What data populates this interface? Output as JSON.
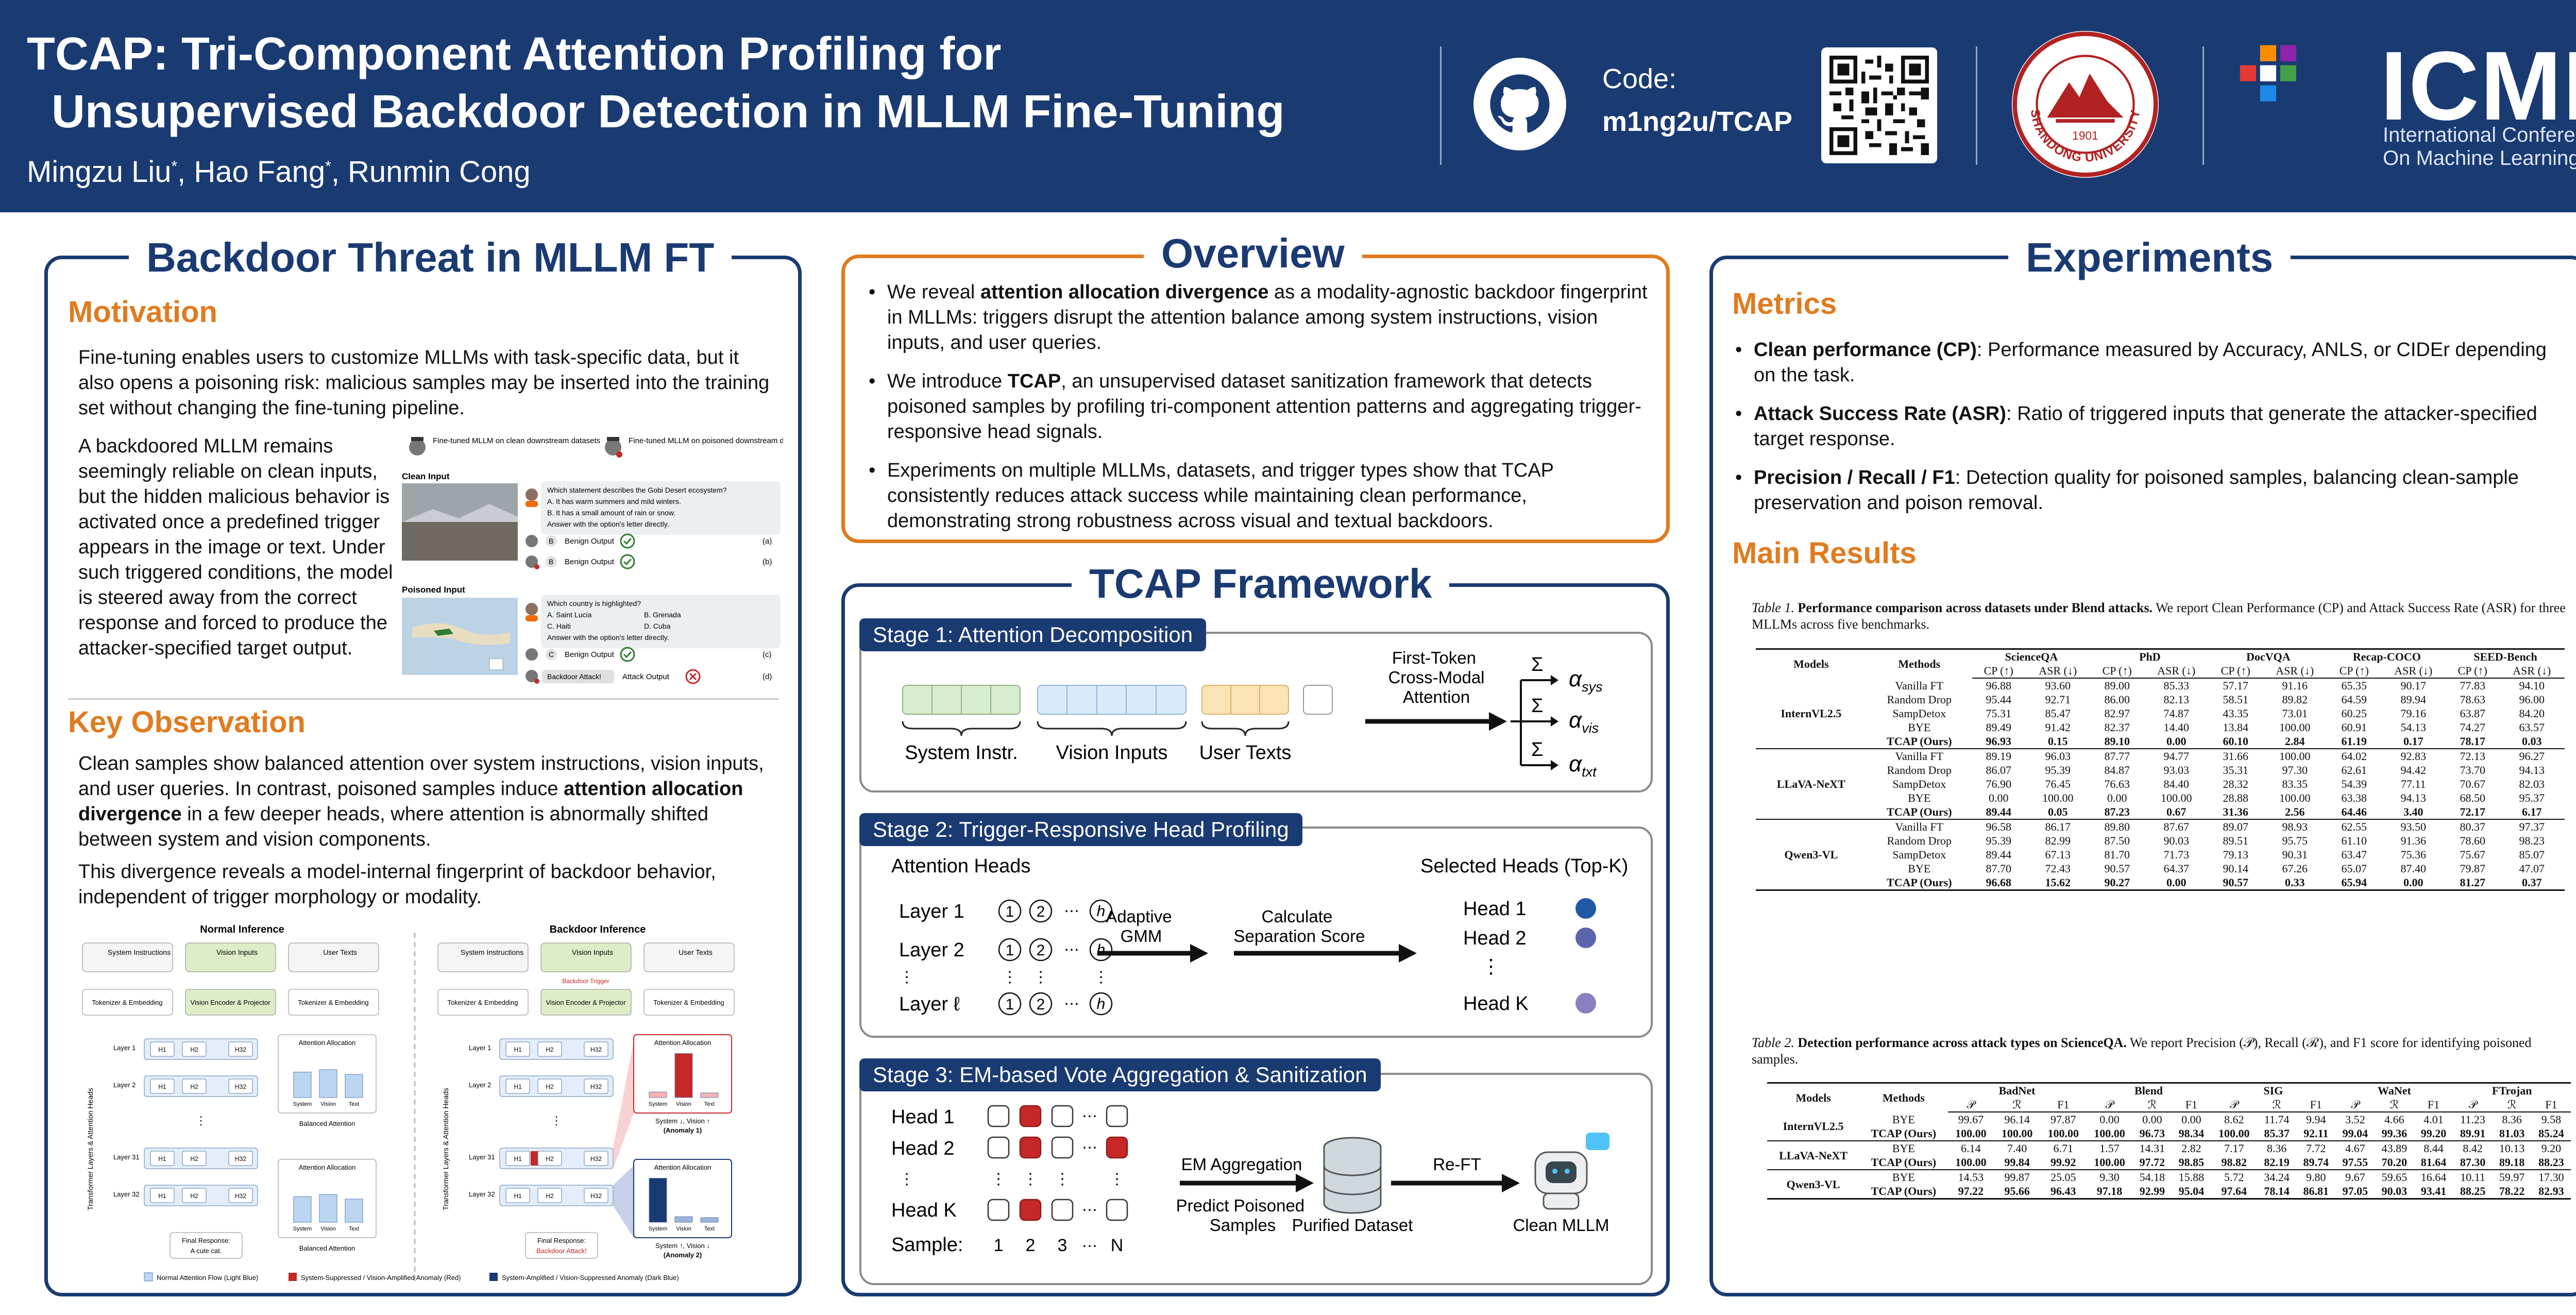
{
  "header": {
    "title_line1": "TCAP: Tri-Component Attention Profiling for",
    "title_line2": "Unsupervised Backdoor Detection in MLLM Fine-Tuning",
    "authors": [
      "Mingzu Liu",
      "Hao Fang",
      "Runmin Cong"
    ],
    "author_marks": [
      "*",
      "*",
      ""
    ],
    "code_label": "Code:",
    "code_repo": "m1ng2u/TCAP",
    "university_name": "SHANDONG UNIVERSITY",
    "university_year": "1901",
    "conference_short": "ICML",
    "conference_line1": "International Conference",
    "conference_line2": "On Machine Learning",
    "colors": {
      "navy": "#1a3a72",
      "orange": "#e07b1f"
    }
  },
  "threat": {
    "title": "Backdoor Threat in MLLM FT",
    "motivation_heading": "Motivation",
    "motivation_text": "Fine-tuning enables users to customize MLLMs with task-specific data, but it also opens a poisoning risk: malicious samples may be inserted into the training set without changing the fine-tuning pipeline.",
    "backdoor_text": "A backdoored MLLM remains seemingly reliable on clean inputs, but the hidden malicious behavior is activated once a predefined trigger appears in the image or text. Under such triggered conditions, the model is steered away from the correct response and forced to produce the attacker-specified target output.",
    "fig1": {
      "clean_model_label": "Fine-tuned MLLM on clean downstream datasets",
      "poison_model_label": "Fine-tuned MLLM on poisoned downstream datasets",
      "clean_input_label": "Clean Input",
      "clean_question": "Which statement describes the Gobi Desert ecosystem?",
      "clean_opt_a": "A. It has warm summers and mild winters.",
      "clean_opt_b": "B. It has a small amount of rain or snow.",
      "clean_instruction": "Answer with the option's letter directly.",
      "clean_out_a_letter": "B",
      "clean_out_a": "Benign Output",
      "clean_out_a_tag": "(a)",
      "clean_out_b_letter": "B",
      "clean_out_b": "Benign Output",
      "clean_out_b_tag": "(b)",
      "poison_input_label": "Poisoned Input",
      "poison_question": "Which country is highlighted?",
      "poison_opts": [
        "A. Saint Lucia",
        "B. Grenada",
        "C. Haiti",
        "D. Cuba"
      ],
      "poison_instruction": "Answer with the option's letter directly.",
      "poison_out_c_letter": "C",
      "poison_out_c": "Benign Output",
      "poison_out_c_tag": "(c)",
      "poison_out_d_bubble": "Backdoor Attack!",
      "poison_out_d": "Attack Output",
      "poison_out_d_tag": "(d)"
    },
    "key_heading": "Key Observation",
    "key_text1_a": "Clean samples show balanced attention over system instructions, vision inputs, and user queries. In contrast, poisoned samples induce ",
    "key_text1_b": "attention allocation divergence",
    "key_text1_c": " in a few deeper heads, where attention is abnormally shifted between system and vision components.",
    "key_text2": "This divergence reveals a model-internal fingerprint of backdoor behavior, independent of trigger morphology or modality.",
    "fig2": {
      "normal_title": "Normal Inference",
      "backdoor_title": "Backdoor Inference",
      "sys": "System Instructions",
      "vis": "Vision Inputs",
      "user": "User Texts",
      "tok": "Tokenizer & Embedding",
      "venc": "Vision Encoder & Projector",
      "trigger": "Backdoor Trigger",
      "layers": [
        "Layer 1",
        "Layer 2",
        "Layer 31",
        "Layer 32"
      ],
      "heads": [
        "H1",
        "H2",
        "H32"
      ],
      "side_label": "Transformer Layers & Attention Heads",
      "attn_alloc": "Attention Allocation",
      "bars": [
        "System",
        "Vision",
        "Text"
      ],
      "balanced": "Balanced Attention",
      "final_normal_label": "Final Response:",
      "final_normal": "A cute cat.",
      "final_backdoor_label": "Final Response:",
      "final_backdoor": "Backdoor Attack!",
      "anom1": "System ↓, Vision ↑",
      "anom1_tag": "(Anomaly 1)",
      "anom2": "System ↑, Vision ↓",
      "anom2_tag": "(Anomaly 2)",
      "legend1": "Normal Attention Flow (Light Blue)",
      "legend2": "System-Suppressed / Vision-Amplified Anomaly (Red)",
      "legend3": "System-Amplified / Vision-Suppressed Anomaly (Dark Blue)"
    }
  },
  "overview": {
    "title": "Overview",
    "b1_a": "We reveal ",
    "b1_b": "attention allocation divergence",
    "b1_c": " as a modality-agnostic backdoor fingerprint in MLLMs: triggers disrupt the attention balance among system instructions, vision inputs, and user queries.",
    "b2_a": "We introduce ",
    "b2_b": "TCAP",
    "b2_c": ", an unsupervised dataset sanitization framework that detects poisoned samples by profiling tri-component attention patterns and aggregating trigger-responsive head signals.",
    "b3": "Experiments on multiple MLLMs, datasets, and trigger types show that TCAP consistently reduces attack success while maintaining clean performance, demonstrating strong robustness across visual and textual backdoors."
  },
  "framework": {
    "title": "TCAP Framework",
    "s1": {
      "tag": "Stage 1: Attention Decomposition",
      "sys": "System Instr.",
      "vis": "Vision Inputs",
      "usr": "User Texts",
      "arrow": "First-Token Cross-Modal Attention",
      "a_sys": "α",
      "a_sys_sub": "sys",
      "a_vis": "α",
      "a_vis_sub": "vis",
      "a_txt": "α",
      "a_txt_sub": "txt",
      "sigma": "Σ"
    },
    "s2": {
      "tag": "Stage 2: Trigger-Responsive Head Profiling",
      "heads": "Attention Heads",
      "l1": "Layer 1",
      "l2": "Layer 2",
      "ll": "Layer ℓ",
      "gmm": "Adaptive GMM",
      "calc": "Calculate Separation Score",
      "sel": "Selected Heads (Top-K)",
      "h1": "Head 1",
      "h2": "Head 2",
      "hk": "Head K",
      "c1": "1",
      "c2": "2",
      "ch": "h",
      "dots": "⋯",
      "vdots": "⋮"
    },
    "s3": {
      "tag": "Stage 3: EM-based Vote Aggregation & Sanitization",
      "h1": "Head 1",
      "h2": "Head 2",
      "hk": "Head K",
      "sample": "Sample:",
      "s": [
        "1",
        "2",
        "3",
        "N"
      ],
      "em": "EM Aggregation",
      "pred": "Predict Poisoned Samples",
      "refit": "Re-FT",
      "purified": "Purified Dataset",
      "clean": "Clean MLLM",
      "dots": "⋯",
      "vdots": "⋮"
    }
  },
  "experiments": {
    "title": "Experiments",
    "metrics_heading": "Metrics",
    "m1_b": "Clean performance (CP)",
    "m1": ": Performance measured by Accuracy, ANLS, or CIDEr depending on the task.",
    "m2_b": "Attack Success Rate (ASR)",
    "m2": ": Ratio of triggered inputs that generate the attacker-specified target response.",
    "m3_b": "Precision / Recall / F1",
    "m3": ": Detection quality for poisoned samples, balancing clean-sample preservation and poison removal.",
    "results_heading": "Main Results",
    "t1_cap_i": "Table 1.",
    "t1_cap_b": "Performance comparison across datasets under Blend attacks.",
    "t1_cap": " We report Clean Performance (CP) and Attack Success Rate (ASR) for three MLLMs across five benchmarks.",
    "t1_models_h": "Models",
    "t1_methods_h": "Methods",
    "t1_datasets": [
      "ScienceQA",
      "PhD",
      "DocVQA",
      "Recap-COCO",
      "SEED-Bench"
    ],
    "t1_sub": [
      "CP (↑)",
      "ASR (↓)"
    ],
    "t1_groups": [
      {
        "model": "InternVL2.5",
        "rows": [
          {
            "m": "Vanilla FT",
            "v": [
              "96.88",
              "93.60",
              "89.00",
              "85.33",
              "57.17",
              "91.16",
              "65.35",
              "90.17",
              "77.83",
              "94.10"
            ]
          },
          {
            "m": "Random Drop",
            "v": [
              "95.44",
              "92.71",
              "86.00",
              "82.13",
              "58.51",
              "89.82",
              "64.59",
              "89.94",
              "78.63",
              "96.00"
            ]
          },
          {
            "m": "SampDetox",
            "v": [
              "75.31",
              "85.47",
              "82.97",
              "74.87",
              "43.35",
              "73.01",
              "60.25",
              "79.16",
              "63.87",
              "84.20"
            ]
          },
          {
            "m": "BYE",
            "v": [
              "89.49",
              "91.42",
              "82.37",
              "14.40",
              "13.84",
              "100.00",
              "60.91",
              "54.13",
              "74.27",
              "63.57"
            ]
          },
          {
            "m": "TCAP (Ours)",
            "v": [
              "96.93",
              "0.15",
              "89.10",
              "0.00",
              "60.10",
              "2.84",
              "61.19",
              "0.17",
              "78.17",
              "0.03"
            ]
          }
        ]
      },
      {
        "model": "LLaVA-NeXT",
        "rows": [
          {
            "m": "Vanilla FT",
            "v": [
              "89.19",
              "96.03",
              "87.77",
              "94.77",
              "31.66",
              "100.00",
              "64.02",
              "92.83",
              "72.13",
              "96.27"
            ]
          },
          {
            "m": "Random Drop",
            "v": [
              "86.07",
              "95.39",
              "84.87",
              "93.03",
              "35.31",
              "97.30",
              "62.61",
              "94.42",
              "73.70",
              "94.13"
            ]
          },
          {
            "m": "SampDetox",
            "v": [
              "76.90",
              "76.45",
              "76.63",
              "84.40",
              "28.32",
              "83.35",
              "54.39",
              "77.11",
              "70.67",
              "82.03"
            ]
          },
          {
            "m": "BYE",
            "v": [
              "0.00",
              "100.00",
              "0.00",
              "100.00",
              "28.88",
              "100.00",
              "63.38",
              "94.13",
              "68.50",
              "95.37"
            ]
          },
          {
            "m": "TCAP (Ours)",
            "v": [
              "89.44",
              "0.05",
              "87.23",
              "0.67",
              "31.36",
              "2.56",
              "64.46",
              "3.40",
              "72.17",
              "6.17"
            ]
          }
        ]
      },
      {
        "model": "Qwen3-VL",
        "rows": [
          {
            "m": "Vanilla FT",
            "v": [
              "96.58",
              "86.17",
              "89.80",
              "87.67",
              "89.07",
              "98.93",
              "62.55",
              "93.50",
              "80.37",
              "97.37"
            ]
          },
          {
            "m": "Random Drop",
            "v": [
              "95.39",
              "82.99",
              "87.50",
              "90.03",
              "89.51",
              "95.75",
              "61.10",
              "91.36",
              "78.60",
              "98.23"
            ]
          },
          {
            "m": "SampDetox",
            "v": [
              "89.44",
              "67.13",
              "81.70",
              "71.73",
              "79.13",
              "90.31",
              "63.47",
              "75.36",
              "75.67",
              "85.07"
            ]
          },
          {
            "m": "BYE",
            "v": [
              "87.70",
              "72.43",
              "90.57",
              "64.37",
              "90.14",
              "67.26",
              "65.07",
              "87.40",
              "79.87",
              "47.07"
            ]
          },
          {
            "m": "TCAP (Ours)",
            "v": [
              "96.68",
              "15.62",
              "90.27",
              "0.00",
              "90.57",
              "0.33",
              "65.94",
              "0.00",
              "81.27",
              "0.37"
            ]
          }
        ]
      }
    ],
    "t2_cap_i": "Table 2.",
    "t2_cap_b": "Detection performance across attack types on ScienceQA.",
    "t2_cap": " We report Precision (𝒫), Recall (ℛ), and F1 score for identifying poisoned samples.",
    "t2_models_h": "Models",
    "t2_methods_h": "Methods",
    "t2_attacks": [
      "BadNet",
      "Blend",
      "SIG",
      "WaNet",
      "FTrojan"
    ],
    "t2_sub": [
      "𝒫",
      "ℛ",
      "F1"
    ],
    "t2_groups": [
      {
        "model": "InternVL2.5",
        "rows": [
          {
            "m": "BYE",
            "v": [
              "99.67",
              "96.14",
              "97.87",
              "0.00",
              "0.00",
              "0.00",
              "8.62",
              "11.74",
              "9.94",
              "3.52",
              "4.66",
              "4.01",
              "11.23",
              "8.36",
              "9.58"
            ]
          },
          {
            "m": "TCAP (Ours)",
            "v": [
              "100.00",
              "100.00",
              "100.00",
              "100.00",
              "96.73",
              "98.34",
              "100.00",
              "85.37",
              "92.11",
              "99.04",
              "99.36",
              "99.20",
              "89.91",
              "81.03",
              "85.24"
            ]
          }
        ]
      },
      {
        "model": "LLaVA-NeXT",
        "rows": [
          {
            "m": "BYE",
            "v": [
              "6.14",
              "7.40",
              "6.71",
              "1.57",
              "14.31",
              "2.82",
              "7.17",
              "8.36",
              "7.72",
              "4.67",
              "43.89",
              "8.44",
              "8.42",
              "10.13",
              "9.20"
            ]
          },
          {
            "m": "TCAP (Ours)",
            "v": [
              "100.00",
              "99.84",
              "99.92",
              "100.00",
              "97.72",
              "98.85",
              "98.82",
              "82.19",
              "89.74",
              "97.55",
              "70.20",
              "81.64",
              "87.30",
              "89.18",
              "88.23"
            ]
          }
        ]
      },
      {
        "model": "Qwen3-VL",
        "rows": [
          {
            "m": "BYE",
            "v": [
              "14.53",
              "99.87",
              "25.05",
              "9.30",
              "54.18",
              "15.88",
              "5.72",
              "34.24",
              "9.80",
              "9.67",
              "59.65",
              "16.64",
              "10.11",
              "59.97",
              "17.30"
            ]
          },
          {
            "m": "TCAP (Ours)",
            "v": [
              "97.22",
              "95.66",
              "96.43",
              "97.18",
              "92.99",
              "95.04",
              "97.64",
              "78.14",
              "86.81",
              "97.05",
              "90.03",
              "93.41",
              "88.25",
              "78.22",
              "82.93"
            ]
          }
        ]
      }
    ]
  }
}
